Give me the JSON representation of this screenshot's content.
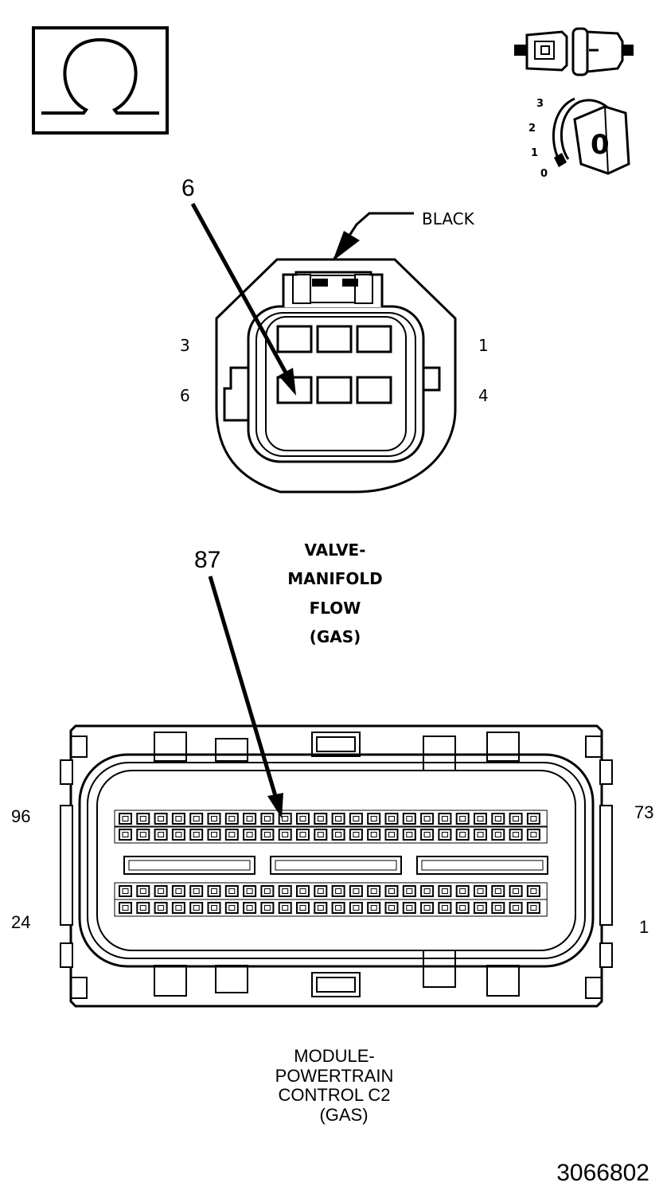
{
  "icons": {
    "ohm": "omega-icon",
    "connector_hint": "connector-icon",
    "ignition": "ignition-key-icon",
    "key_positions": [
      "3",
      "2",
      "1",
      "0"
    ],
    "key_label": "0"
  },
  "top_connector": {
    "callout": "6",
    "color_label": "BLACK",
    "pins_left": [
      "3",
      "6"
    ],
    "pins_right": [
      "1",
      "4"
    ],
    "title_lines": [
      "VALVE-",
      "MANIFOLD",
      "FLOW",
      "(GAS)"
    ]
  },
  "bottom_connector": {
    "callout": "87",
    "pins_left": [
      "96",
      "24"
    ],
    "pins_right": [
      "73",
      "1"
    ],
    "title_lines": [
      "MODULE-",
      "POWERTRAIN",
      "CONTROL C2",
      "(GAS)"
    ]
  },
  "figure_number": "3066802"
}
